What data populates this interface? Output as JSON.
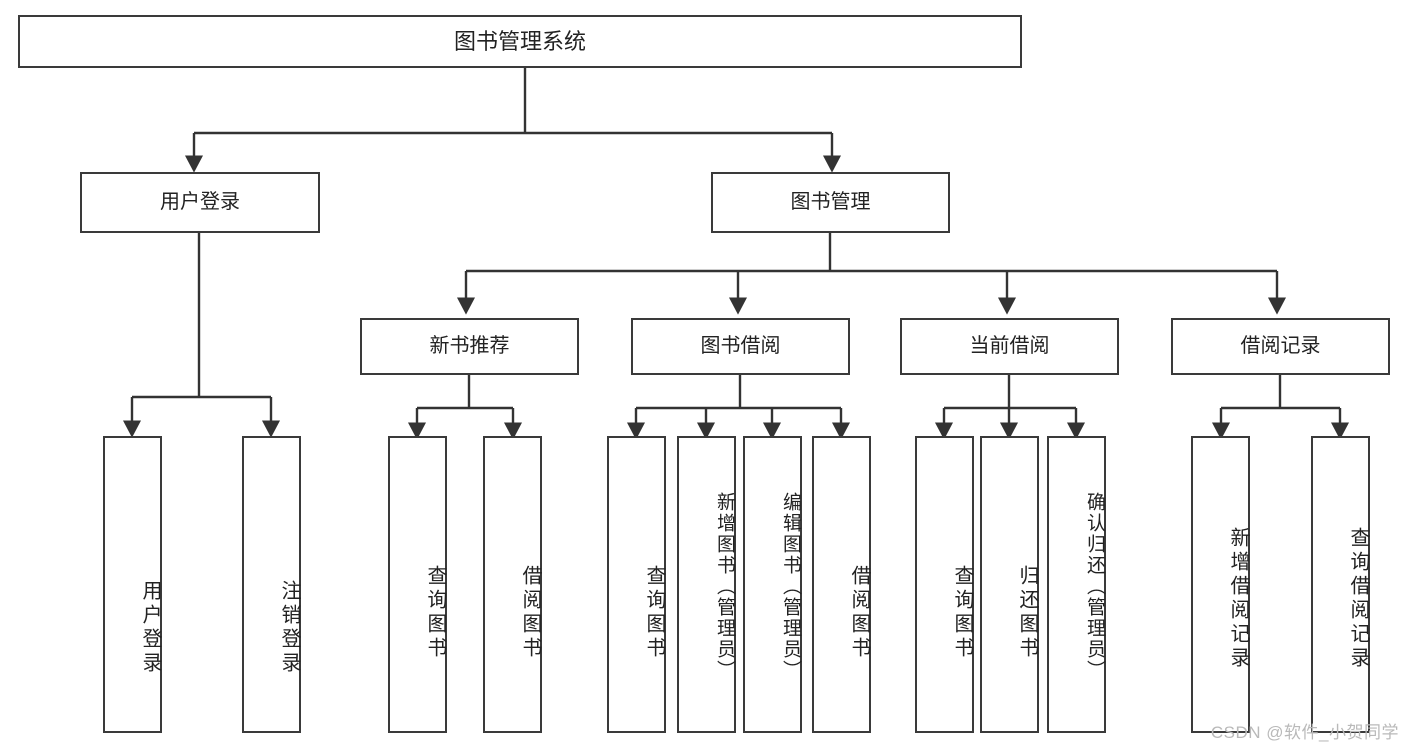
{
  "diagram": {
    "title": "图书管理系统",
    "type": "tree",
    "root": {
      "label": "图书管理系统"
    },
    "level1": [
      {
        "label": "用户登录"
      },
      {
        "label": "图书管理"
      }
    ],
    "level2": [
      {
        "label": "新书推荐"
      },
      {
        "label": "图书借阅"
      },
      {
        "label": "当前借阅"
      },
      {
        "label": "借阅记录"
      }
    ],
    "leaves": {
      "user_login": [
        {
          "label": "用户登录"
        },
        {
          "label": "注销登录"
        }
      ],
      "new_book_recommend": [
        {
          "label": "查询图书"
        },
        {
          "label": "借阅图书"
        }
      ],
      "book_borrow": [
        {
          "label": "查询图书"
        },
        {
          "label": "新增图书（管理员）"
        },
        {
          "label": "编辑图书（管理员）"
        },
        {
          "label": "借阅图书"
        }
      ],
      "current_borrow": [
        {
          "label": "查询图书"
        },
        {
          "label": "归还图书"
        },
        {
          "label": "确认归还（管理员）"
        }
      ],
      "borrow_record": [
        {
          "label": "新增借阅记录"
        },
        {
          "label": "查询借阅记录"
        }
      ]
    }
  },
  "watermark": {
    "text": "CSDN @软件_小贺同学"
  },
  "colors": {
    "background": "#ffffff",
    "box_border": "#3a3a3a",
    "text": "#222222",
    "connector": "#333333",
    "watermark": "#b9b9b9"
  }
}
